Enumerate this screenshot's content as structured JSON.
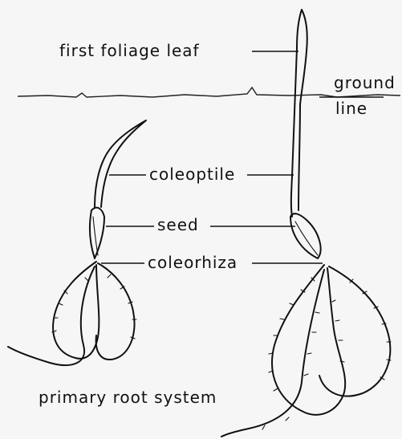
{
  "labels": {
    "first_foliage_leaf": "first foliage leaf",
    "ground": "ground",
    "line": "line",
    "coleoptile": "coleoptile",
    "seed": "seed",
    "coleorhiza": "coleorhiza",
    "primary_root_system": "primary root system"
  }
}
